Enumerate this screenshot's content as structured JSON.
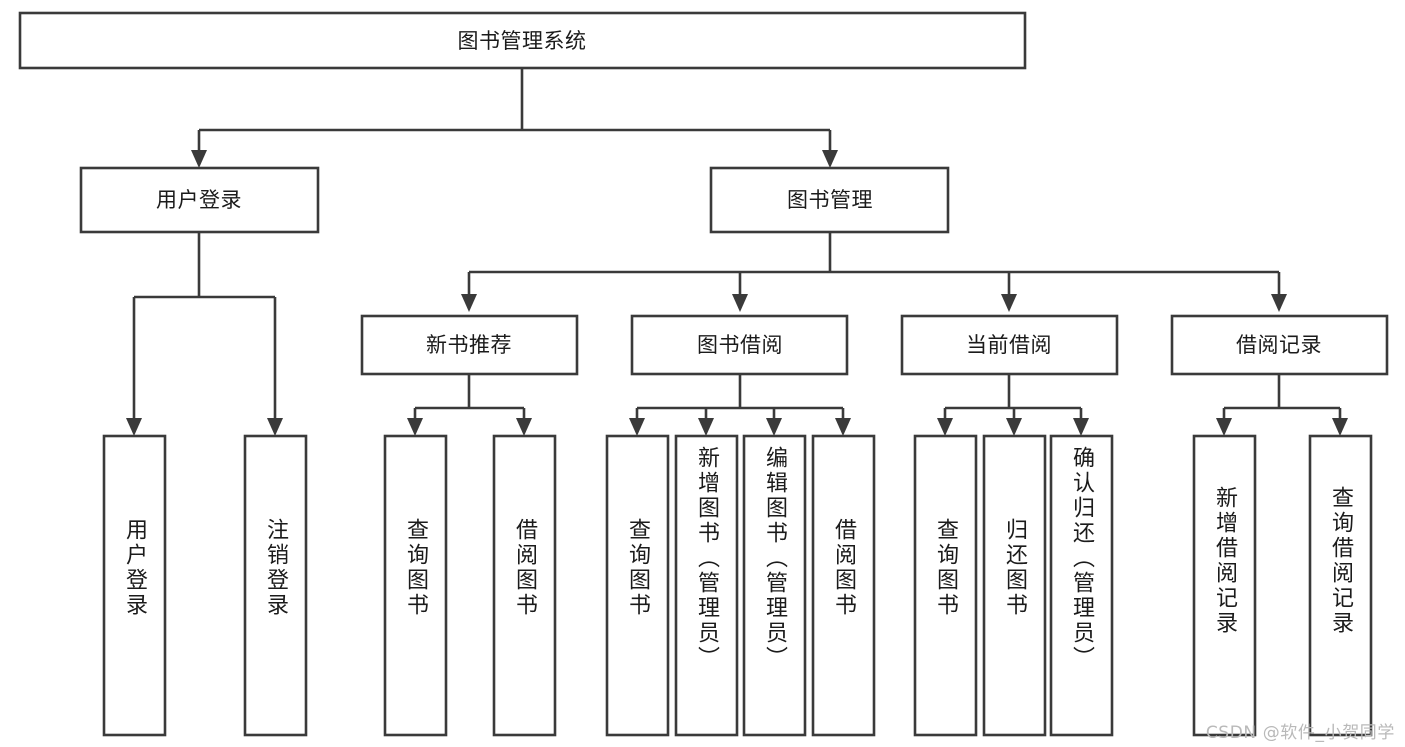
{
  "diagram": {
    "title": "图书管理系统",
    "watermark": "CSDN @软件_小贺同学",
    "type": "tree-hierarchy",
    "line_color": "#3a3a3a",
    "box_fill": "#ffffff",
    "text_color": "#1b1b1b"
  },
  "nodes": {
    "root": {
      "label": "图书管理系统"
    },
    "level2": [
      {
        "label": "用户登录"
      },
      {
        "label": "图书管理"
      }
    ],
    "level3": [
      {
        "label": "新书推荐"
      },
      {
        "label": "图书借阅"
      },
      {
        "label": "当前借阅"
      },
      {
        "label": "借阅记录"
      }
    ],
    "leaves": [
      {
        "label": "用户登录",
        "parent": "用户登录"
      },
      {
        "label": "注销登录",
        "parent": "用户登录"
      },
      {
        "label": "查询图书",
        "parent": "新书推荐"
      },
      {
        "label": "借阅图书",
        "parent": "新书推荐"
      },
      {
        "label": "查询图书",
        "parent": "图书借阅"
      },
      {
        "label": "新增图书（管理员）",
        "parent": "图书借阅"
      },
      {
        "label": "编辑图书（管理员）",
        "parent": "图书借阅"
      },
      {
        "label": "借阅图书",
        "parent": "图书借阅"
      },
      {
        "label": "查询图书",
        "parent": "当前借阅"
      },
      {
        "label": "归还图书",
        "parent": "当前借阅"
      },
      {
        "label": "确认归还（管理员）",
        "parent": "当前借阅"
      },
      {
        "label": "新增借阅记录",
        "parent": "借阅记录"
      },
      {
        "label": "查询借阅记录",
        "parent": "借阅记录"
      }
    ]
  }
}
